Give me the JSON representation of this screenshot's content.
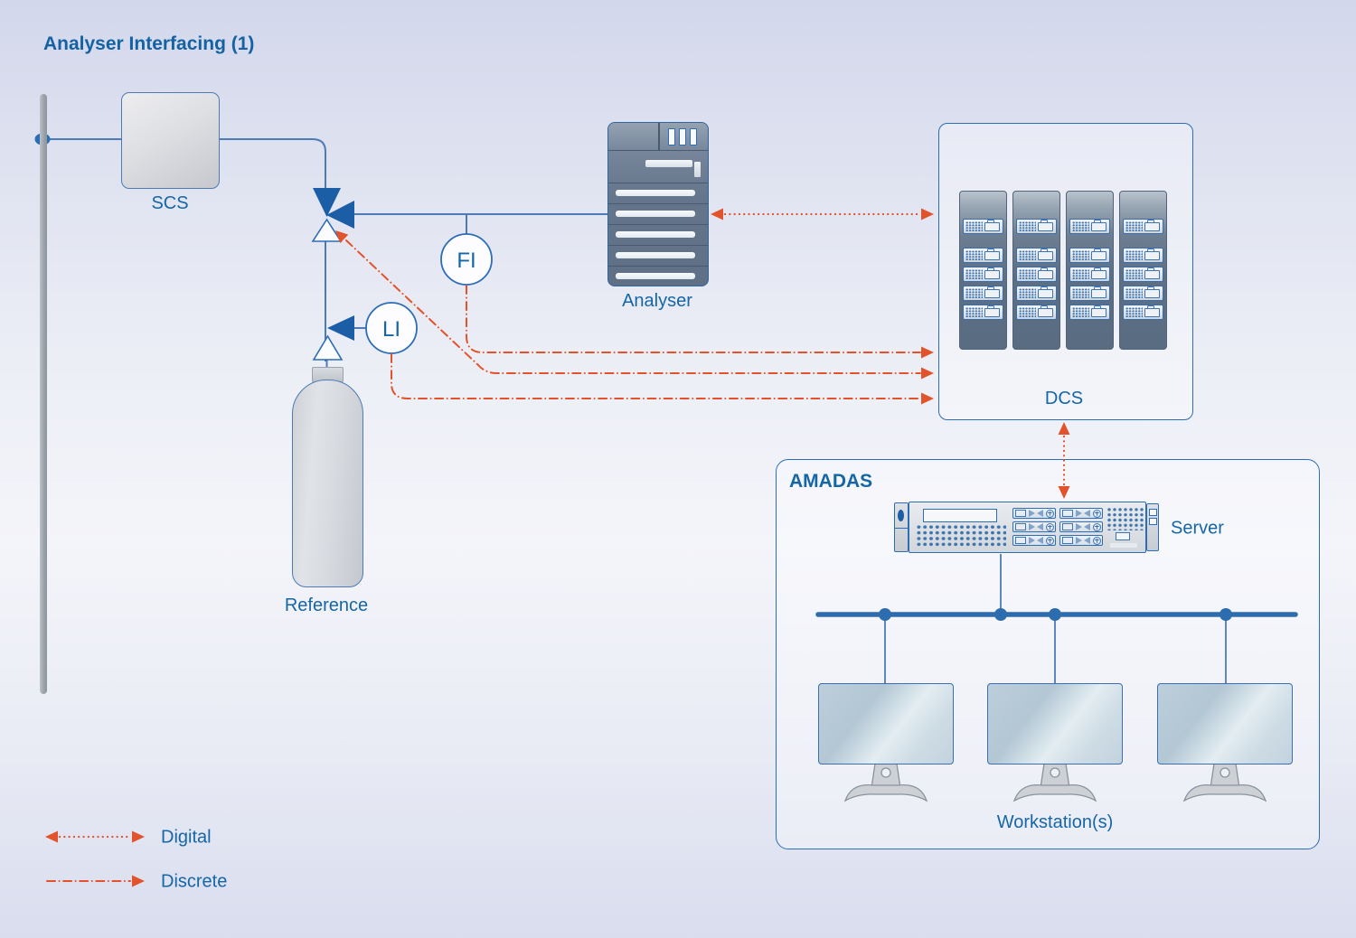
{
  "title": "Analyser Interfacing (1)",
  "process": {
    "scs_label": "SCS",
    "analyser_label": "Analyser",
    "reference_label": "Reference",
    "instruments": {
      "fi": "FI",
      "li": "LI"
    }
  },
  "dcs": {
    "label": "DCS",
    "rack_count": 4,
    "units_per_rack": 5
  },
  "amadas": {
    "label": "AMADAS",
    "server_label": "Server",
    "workstations_label": "Workstation(s)",
    "workstation_count": 3,
    "drive_bay_count": 6
  },
  "legend": [
    {
      "type": "digital",
      "label": "Digital"
    },
    {
      "type": "discrete",
      "label": "Discrete"
    }
  ],
  "colors": {
    "label_blue": "#1566a7",
    "pipe_blue": "#4d7bb5",
    "valve_blue": "#1b5ea6",
    "signal_orange": "#e2522b",
    "bus_blue": "#2e6cb0"
  }
}
